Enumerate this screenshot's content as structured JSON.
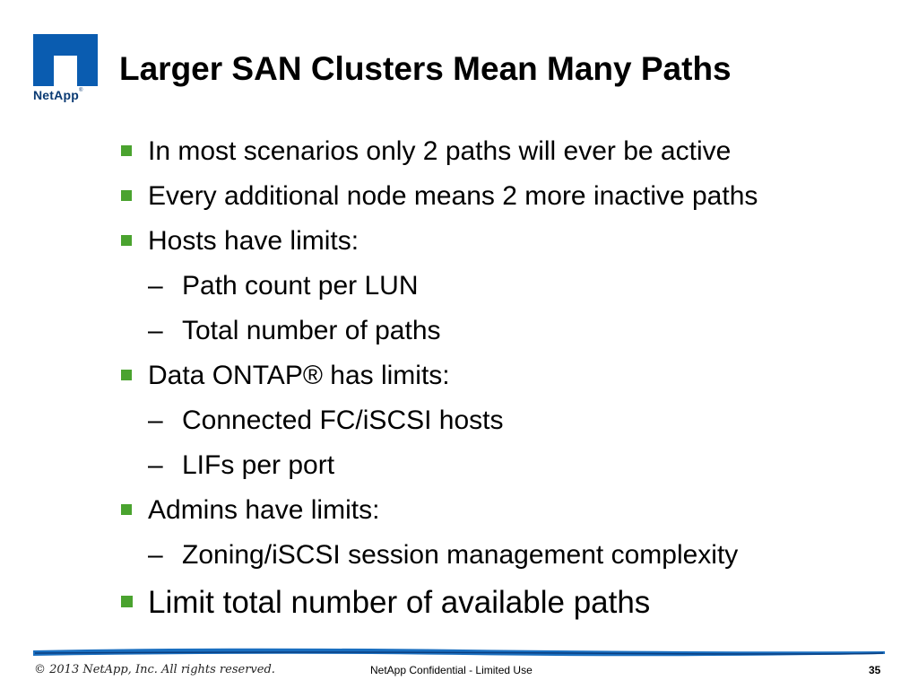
{
  "logo": {
    "name": "NetApp",
    "trademark": "®"
  },
  "title": "Larger SAN Clusters Mean Many Paths",
  "bullets": [
    {
      "text": "In most scenarios only 2 paths will ever be active"
    },
    {
      "text": "Every additional node means 2 more inactive paths"
    },
    {
      "text": "Hosts have limits:"
    },
    {
      "text": "Path count per LUN"
    },
    {
      "text": "Total number of paths"
    },
    {
      "text": "Data ONTAP® has limits:"
    },
    {
      "text": "Connected FC/iSCSI hosts"
    },
    {
      "text": "LIFs per port"
    },
    {
      "text": "Admins have limits:"
    },
    {
      "text": "Zoning/iSCSI session management complexity"
    },
    {
      "text": "Limit total number of available paths"
    }
  ],
  "dash": "–",
  "footer": {
    "copyright": "© 2013 NetApp, Inc. All rights reserved.",
    "confidential": "NetApp Confidential - Limited Use",
    "page": "35"
  },
  "colors": {
    "bullet": "#4aa32f",
    "logo_blue": "#0a5cb0",
    "line_blue": "#1a6fc0"
  }
}
